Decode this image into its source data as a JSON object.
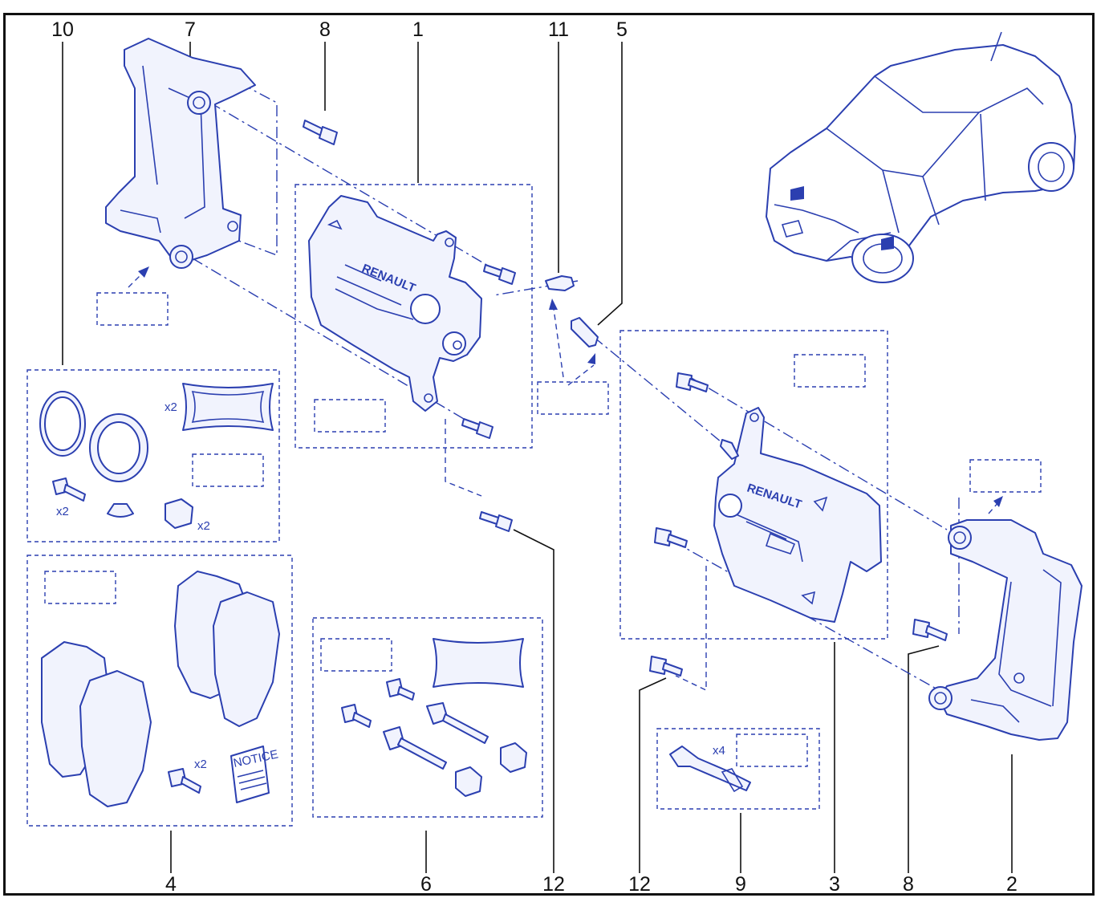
{
  "callouts": {
    "top": [
      "10",
      "7",
      "8",
      "1",
      "11",
      "5"
    ],
    "bottom": [
      "4",
      "6",
      "12",
      "12",
      "9",
      "3",
      "8",
      "2"
    ]
  },
  "quantities": {
    "seal_pad": "x2",
    "kit_bolt": "x2",
    "kit_bush": "x2",
    "pad_bolt": "x2",
    "clip": "x4"
  },
  "labels": {
    "notice": "NOTICE",
    "brand_left": "RENAULT",
    "brand_right": "RENAULT"
  },
  "colors": {
    "line": "#2b3fb0",
    "fill": "#f1f3fd",
    "callout": "#111111"
  }
}
